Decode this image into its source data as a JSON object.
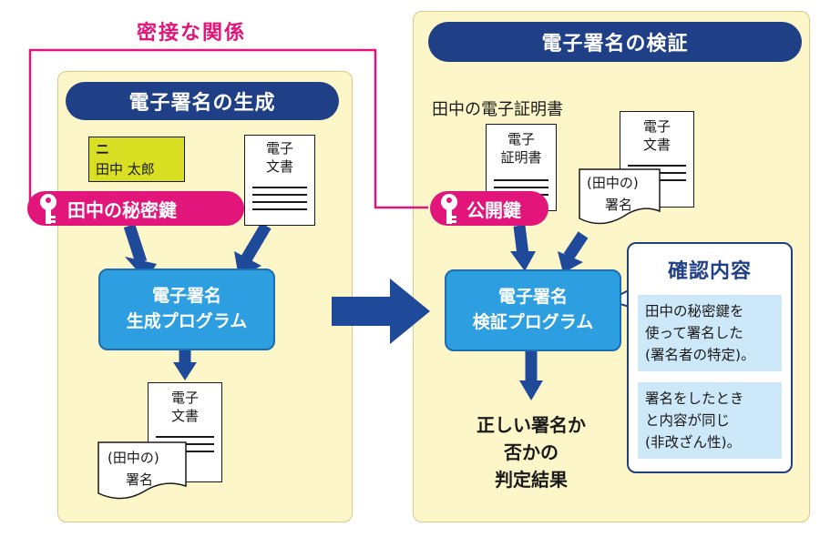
{
  "relation_label": "密接な関係",
  "generation": {
    "title": "電子署名の生成",
    "id_card": {
      "mark": "ニ",
      "name": "田中 太郎"
    },
    "document": {
      "line1": "電子",
      "line2": "文書"
    },
    "key_label": "田中の秘密鍵",
    "program": {
      "line1": "電子署名",
      "line2": "生成プログラム"
    },
    "output": {
      "doc_line1": "電子",
      "doc_line2": "文書",
      "sig_line1": "(田中の)",
      "sig_line2": "署名"
    }
  },
  "verification": {
    "title": "電子署名の検証",
    "cert_caption": "田中の電子証明書",
    "certificate": {
      "line1": "電子",
      "line2": "証明書"
    },
    "document": {
      "line1": "電子",
      "line2": "文書"
    },
    "signature": {
      "line1": "(田中の)",
      "line2": "署名"
    },
    "key_label": "公開鍵",
    "program": {
      "line1": "電子署名",
      "line2": "検証プログラム"
    },
    "result": {
      "line1": "正しい署名か",
      "line2": "否かの",
      "line3": "判定結果"
    },
    "confirm": {
      "title": "確認内容",
      "item1": {
        "l1": "田中の秘密鍵を",
        "l2": "使って署名した",
        "l3": "(署名者の特定)。"
      },
      "item2": {
        "l1": "署名をしたとき",
        "l2": "と内容が同じ",
        "l3": "(非改ざん性)。"
      }
    }
  },
  "colors": {
    "panel": "#fdf6c9",
    "navy": "#1f3f87",
    "program": "#2d9fe0",
    "magenta": "#e2157a",
    "arrow": "#1f4a9a",
    "id_card": "#d9e024"
  }
}
